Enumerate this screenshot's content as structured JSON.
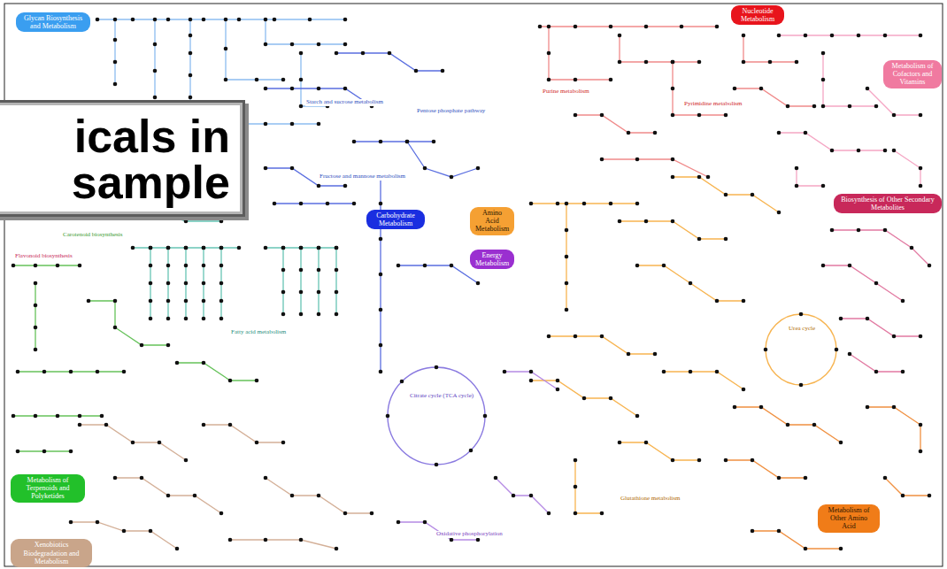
{
  "diagram": {
    "nodes": [
      {
        "text": [
          "Nucleotide Metabolism"
        ]
      },
      {
        "text": [
          "Glycan Biosynthesis and Metabolism"
        ]
      },
      {
        "text": [
          "Metabolism of Cofactors and Vitamins"
        ]
      },
      {
        "text": [
          "icals in sample"
        ]
      },
      {
        "text": [
          "Biosynthesis of Other Secondary Metabolites"
        ]
      },
      {
        "text": [
          "Amino Acid Metabolism"
        ]
      },
      {
        "text": [
          "Carbohydrate Metabolism"
        ]
      },
      {
        "text": [
          "Energy Metabolism"
        ]
      },
      {
        "text": [
          "Metabolism of Terpenoids and Polyketides"
        ]
      },
      {
        "text": [
          "Metabolism of Other Amino Acid"
        ]
      },
      {
        "text": [
          "Xenobiotics Biodegradation and Metabolism"
        ]
      }
    ],
    "edges": [],
    "labels": [
      "Starch and sucrose metabolism",
      "Pentose phosphate pathway",
      "Fructose and mannose metabolism",
      "Carotenoid biosynthesis",
      "Flavonoid biosynthesis",
      "Citrate cycle (TCA cycle)",
      "Oxidative phosphorylation",
      "Urea cycle",
      "Purine metabolism",
      "Pyrimidine metabolism",
      "Fatty acid metabolism",
      "Glutathione metabolism"
    ]
  }
}
